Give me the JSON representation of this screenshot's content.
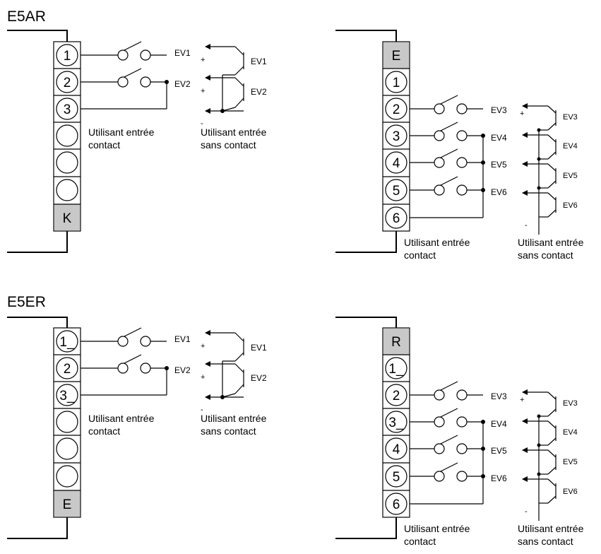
{
  "titles": {
    "e5ar": "E5AR",
    "e5er": "E5ER"
  },
  "terminals": {
    "tl": {
      "cells": [
        "1",
        "2",
        "3",
        "",
        "",
        "",
        "K"
      ]
    },
    "tr": {
      "cells": [
        "E",
        "1",
        "2",
        "3",
        "4",
        "5",
        "6"
      ]
    },
    "bl": {
      "cells": [
        "1_",
        "2",
        "3_",
        "",
        "",
        "",
        "E"
      ]
    },
    "br": {
      "cells": [
        "R",
        "1_",
        "2",
        "3_",
        "4",
        "5",
        "6"
      ]
    }
  },
  "labels": {
    "ev1": "EV1",
    "ev2": "EV2",
    "ev3": "EV3",
    "ev4": "EV4",
    "ev5": "EV5",
    "ev6": "EV6",
    "plus": "+",
    "minus": "-",
    "contact_line1": "Utilisant entrée",
    "contact_line2": "contact",
    "noncontact_line1": "Utilisant entrée",
    "noncontact_line2": "sans contact"
  },
  "colors": {
    "stroke": "#000000",
    "shade": "#c8c8c8"
  }
}
